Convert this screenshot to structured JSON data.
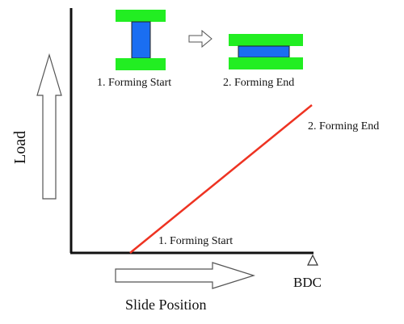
{
  "diagram": {
    "y_axis_label": "Load",
    "x_axis_label": "Slide Position",
    "bdc_label": "BDC",
    "line_start_label": "1. Forming Start",
    "line_end_label": "2. Forming End",
    "illustration": {
      "start_caption": "1. Forming Start",
      "end_caption": "2. Forming End"
    },
    "colors": {
      "die": "#22ee22",
      "workpiece": "#1a6ef2",
      "load_line": "#ee3322",
      "axis": "#111111",
      "arrow_outline": "#555555"
    }
  }
}
